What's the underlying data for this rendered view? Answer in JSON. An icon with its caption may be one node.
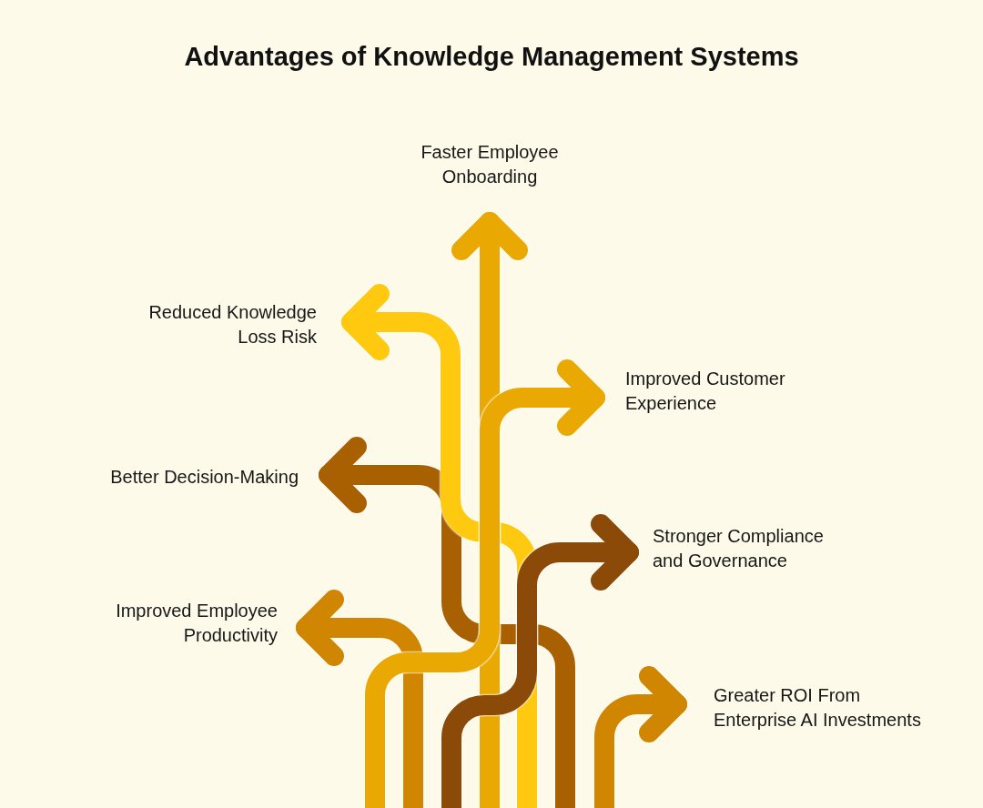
{
  "diagram": {
    "title": "Advantages of Knowledge Management Systems",
    "nodes": [
      {
        "text": [
          "Faster Employee Onboarding"
        ]
      },
      {
        "text": [
          "Reduced Knowledge Loss Risk"
        ]
      },
      {
        "text": [
          "Improved Customer Experience"
        ]
      },
      {
        "text": [
          "Better Decision-Making"
        ]
      },
      {
        "text": [
          "Stronger Compliance and Governance"
        ]
      },
      {
        "text": [
          "Improved Employee Productivity"
        ]
      },
      {
        "text": [
          "Greater ROI From Enterprise AI Investments"
        ]
      }
    ],
    "edges": [
      {
        "from": null,
        "to": 0,
        "arrow": "to",
        "color": "#e9a902"
      },
      {
        "from": null,
        "to": 1,
        "arrow": "to",
        "color": "#fec90f"
      },
      {
        "from": null,
        "to": 2,
        "arrow": "to",
        "color": "#e9a902"
      },
      {
        "from": null,
        "to": 3,
        "arrow": "to",
        "color": "#a86000"
      },
      {
        "from": null,
        "to": 4,
        "arrow": "to",
        "color": "#8b4a08"
      },
      {
        "from": null,
        "to": 5,
        "arrow": "to",
        "color": "#d08600"
      },
      {
        "from": null,
        "to": 6,
        "arrow": "to",
        "color": "#d08600"
      }
    ]
  }
}
